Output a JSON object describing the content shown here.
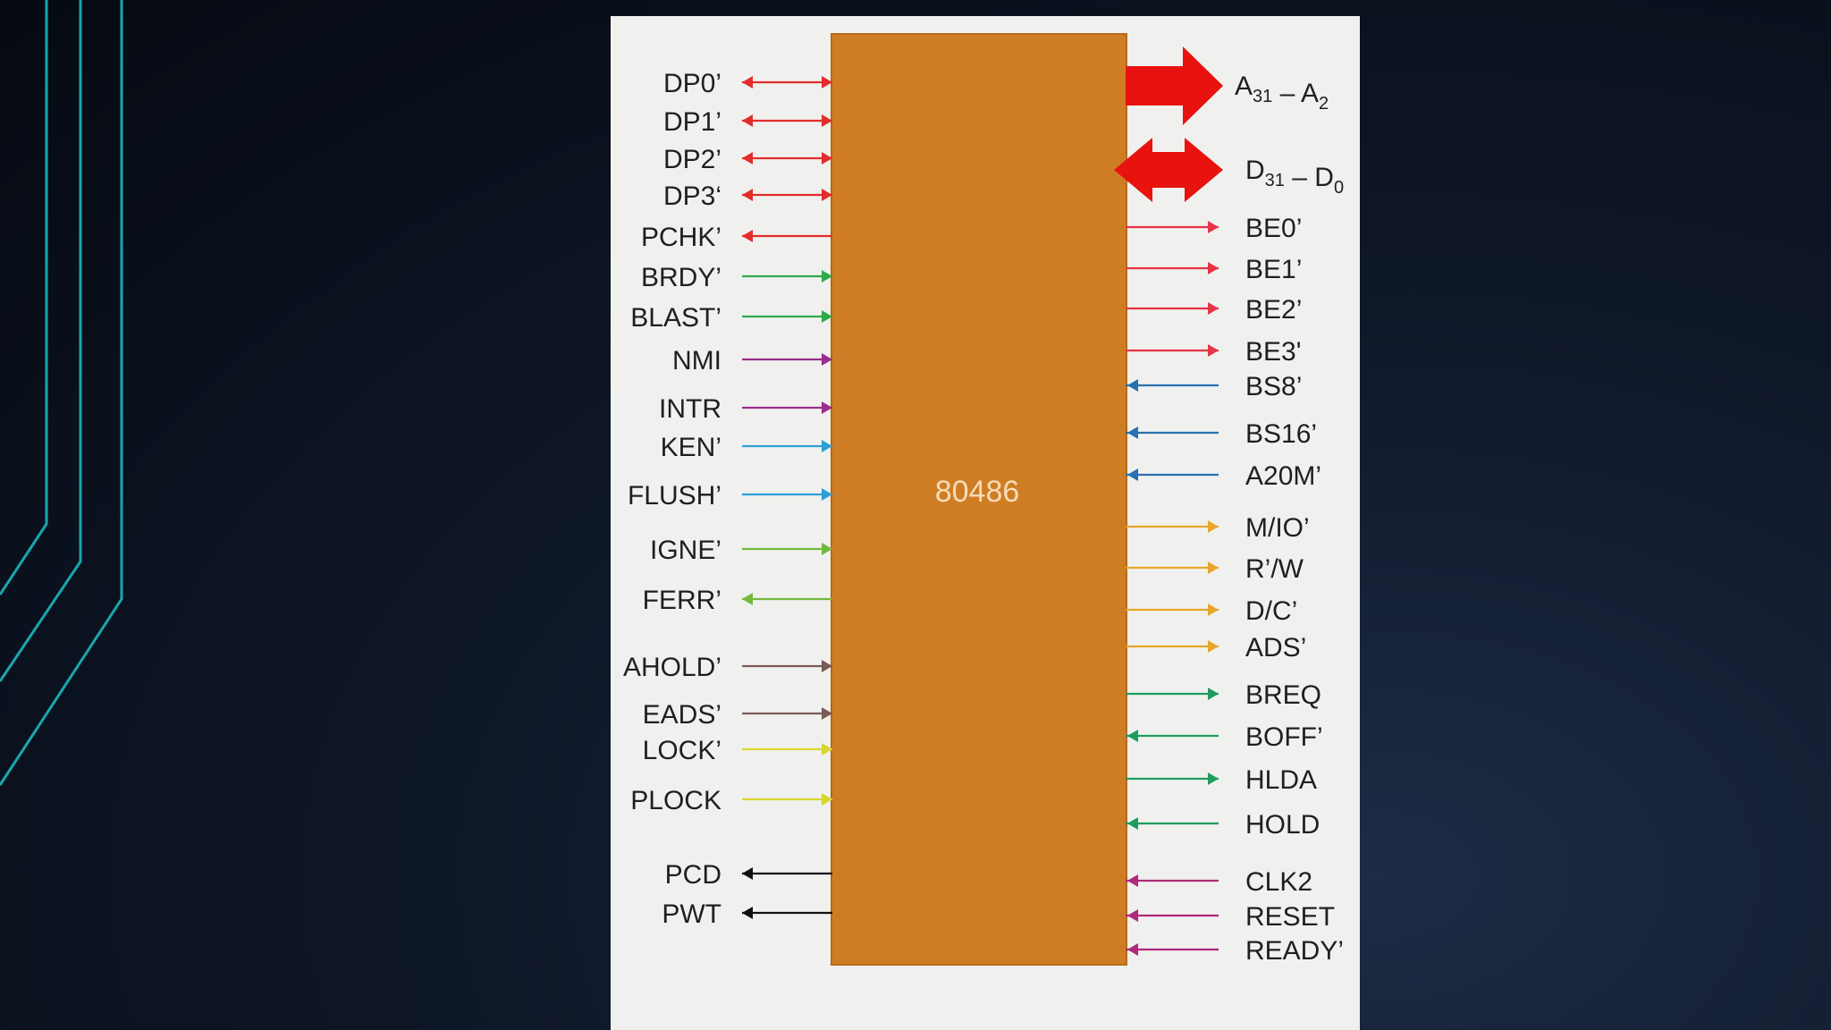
{
  "chip": {
    "label": "80486",
    "color": "#cf7d24"
  },
  "buses": [
    {
      "label": "A31 – A2",
      "base1": "A",
      "sub1": "31",
      "base2": "A",
      "sub2": "2",
      "dir": "out",
      "color": "#e8120f"
    },
    {
      "label": "D31 – D0",
      "base1": "D",
      "sub1": "31",
      "base2": "D",
      "sub2": "0",
      "dir": "bi",
      "color": "#e8120f"
    }
  ],
  "left_pins": [
    {
      "label": "DP0’",
      "dir": "bi",
      "color": "#e32d2d"
    },
    {
      "label": "DP1’",
      "dir": "bi",
      "color": "#e32d2d"
    },
    {
      "label": "DP2’",
      "dir": "bi",
      "color": "#e32d2d"
    },
    {
      "label": "DP3‘",
      "dir": "bi",
      "color": "#e32d2d"
    },
    {
      "label": "PCHK’",
      "dir": "out",
      "color": "#e32d2d"
    },
    {
      "label": "BRDY’",
      "dir": "in",
      "color": "#2eaa4a"
    },
    {
      "label": "BLAST’",
      "dir": "in",
      "color": "#2eaa4a"
    },
    {
      "label": "NMI",
      "dir": "in",
      "color": "#9b2d8b"
    },
    {
      "label": "INTR",
      "dir": "in",
      "color": "#9b2d8b"
    },
    {
      "label": "KEN’",
      "dir": "in",
      "color": "#2e9fd6"
    },
    {
      "label": "FLUSH’",
      "dir": "in",
      "color": "#2e9fd6"
    },
    {
      "label": "IGNE’",
      "dir": "in",
      "color": "#74b83e"
    },
    {
      "label": "FERR’",
      "dir": "out",
      "color": "#74b83e"
    },
    {
      "label": "AHOLD’",
      "dir": "in",
      "color": "#7a5a57"
    },
    {
      "label": "EADS’",
      "dir": "in",
      "color": "#7a5a57"
    },
    {
      "label": "LOCK’",
      "dir": "in",
      "color": "#d7d62e"
    },
    {
      "label": "PLOCK",
      "dir": "in",
      "color": "#d7d62e"
    },
    {
      "label": "PCD",
      "dir": "out",
      "color": "#111111"
    },
    {
      "label": "PWT",
      "dir": "out",
      "color": "#111111"
    }
  ],
  "right_pins": [
    {
      "label": "BE0’",
      "dir": "out",
      "color": "#e83245"
    },
    {
      "label": "BE1’",
      "dir": "out",
      "color": "#e83245"
    },
    {
      "label": "BE2’",
      "dir": "out",
      "color": "#e83245"
    },
    {
      "label": "BE3'",
      "dir": "out",
      "color": "#e83245"
    },
    {
      "label": "BS8’",
      "dir": "in",
      "color": "#2a6fae"
    },
    {
      "label": "BS16’",
      "dir": "in",
      "color": "#2a6fae"
    },
    {
      "label": "A20M’",
      "dir": "in",
      "color": "#2a6fae"
    },
    {
      "label": "M/IO’",
      "dir": "out",
      "color": "#e8a62a"
    },
    {
      "label": "R’/W",
      "dir": "out",
      "color": "#e8a62a"
    },
    {
      "label": "D/C’",
      "dir": "out",
      "color": "#e8a62a"
    },
    {
      "label": "ADS’",
      "dir": "out",
      "color": "#e8a62a"
    },
    {
      "label": "BREQ",
      "dir": "out",
      "color": "#1e9c5e"
    },
    {
      "label": "BOFF’",
      "dir": "in",
      "color": "#1e9c5e"
    },
    {
      "label": "HLDA",
      "dir": "out",
      "color": "#1e9c5e"
    },
    {
      "label": "HOLD",
      "dir": "in",
      "color": "#1e9c5e"
    },
    {
      "label": "CLK2",
      "dir": "in",
      "color": "#b0287a"
    },
    {
      "label": "RESET",
      "dir": "in",
      "color": "#b0287a"
    },
    {
      "label": "READY’",
      "dir": "in",
      "color": "#b0287a"
    }
  ]
}
